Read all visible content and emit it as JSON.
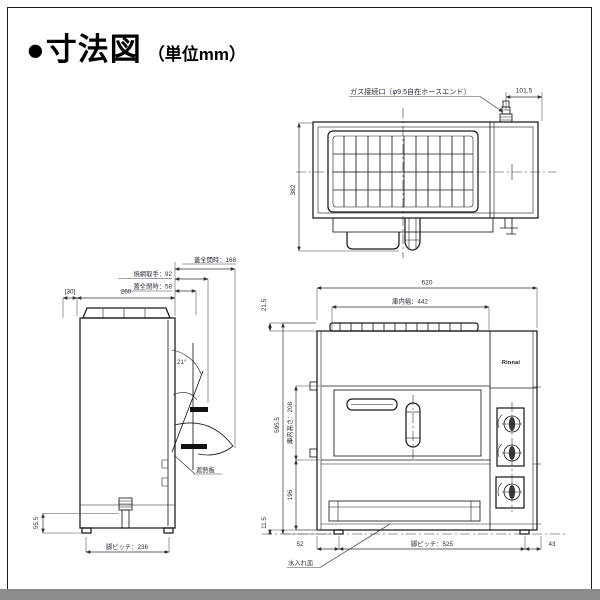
{
  "page": {
    "title": "●寸法図",
    "unit_note": "（単位mm）",
    "frame_border_color": "#1a1a1a",
    "footer_bar_color": "#8c8c8c"
  },
  "top_view": {
    "gas_port_label": "ガス接続口〔φ9.5自在ホースエンド〕",
    "dim_gas_offset": "101.5",
    "dim_depth": "382"
  },
  "side_view": {
    "dim_rear_clearance": "[30]",
    "dim_body_depth": "260",
    "dim_lid_open": "蓋全開時：168",
    "dim_grate_handle": "焼網取手：92",
    "dim_lid_closed": "蓋全閉時：58",
    "angle_label": "21°",
    "heat_shield_label": "遮熱板",
    "dim_gas_height": "55.5",
    "dim_leg_pitch": "脚ピッチ：236"
  },
  "front_view": {
    "brand_logo": "Rinnai",
    "dim_width": "620",
    "dim_inner_width": "庫内幅：442",
    "dim_grate_height": "21.5",
    "dim_height": "595.5",
    "dim_inner_height": "庫内高さ：208",
    "dim_lower_height": "196",
    "dim_base_height": "11.5",
    "dim_leg_left_offset": "52",
    "dim_leg_pitch": "脚ピッチ：525",
    "dim_leg_right_offset": "43",
    "water_pan_label": "水入れ皿"
  }
}
